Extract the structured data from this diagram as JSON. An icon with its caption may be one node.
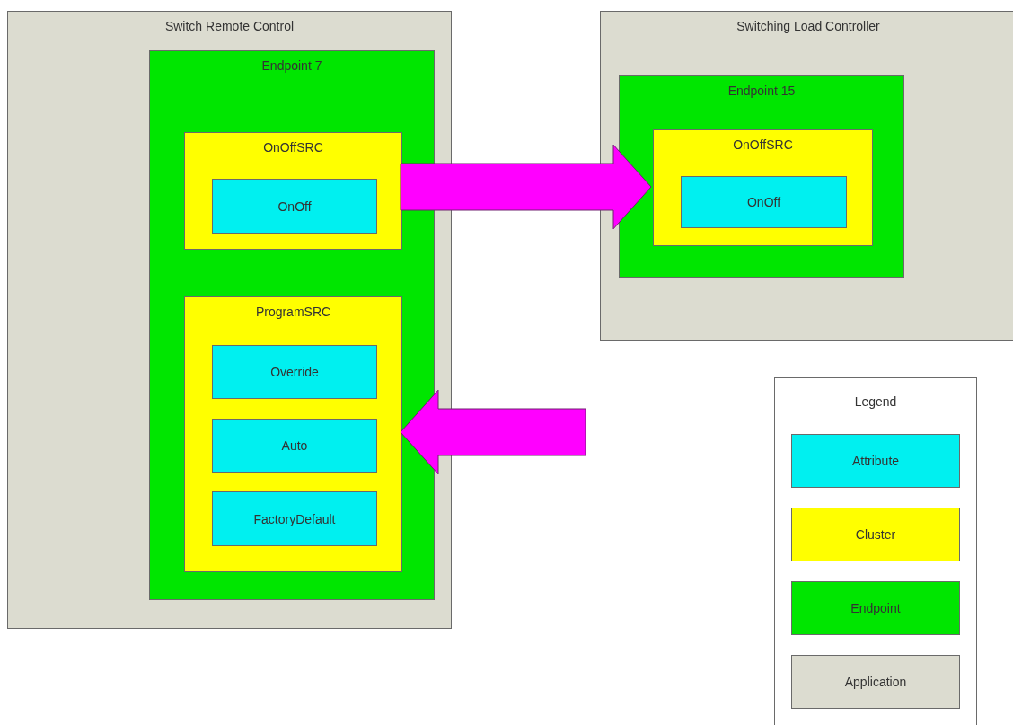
{
  "diagram": {
    "nodes": [
      {
        "text": [
          "Switch Remote Control"
        ]
      },
      {
        "text": [
          "Endpoint 7"
        ],
        "in": 0
      },
      {
        "text": [
          "OnOffSRC"
        ],
        "in": 1
      },
      {
        "text": [
          "OnOff"
        ],
        "in": 2
      },
      {
        "text": [
          "ProgramSRC"
        ],
        "in": 1
      },
      {
        "text": [
          "Override"
        ],
        "in": 4
      },
      {
        "text": [
          "Auto"
        ],
        "in": 4
      },
      {
        "text": [
          "FactoryDefault"
        ],
        "in": 4
      },
      {
        "text": [
          "Switching Load Controller"
        ]
      },
      {
        "text": [
          "Endpoint 15"
        ],
        "in": 8
      },
      {
        "text": [
          "OnOffSRC"
        ],
        "in": 9
      },
      {
        "text": [
          "OnOff"
        ],
        "in": 10
      }
    ],
    "edges": [
      {
        "from": 2,
        "to": 10,
        "arrow": "to",
        "style": "thick",
        "color": "#ff00ff"
      },
      {
        "from": null,
        "to": 4,
        "arrow": "to",
        "style": "thick",
        "color": "#ff00ff"
      }
    ],
    "labels": [
      "Legend"
    ],
    "legend": [
      {
        "text": "Attribute",
        "color": "#00f0f0"
      },
      {
        "text": "Cluster",
        "color": "#ffff00"
      },
      {
        "text": "Endpoint",
        "color": "#00e600"
      },
      {
        "text": "Application",
        "color": "#dcdcd0"
      }
    ]
  }
}
